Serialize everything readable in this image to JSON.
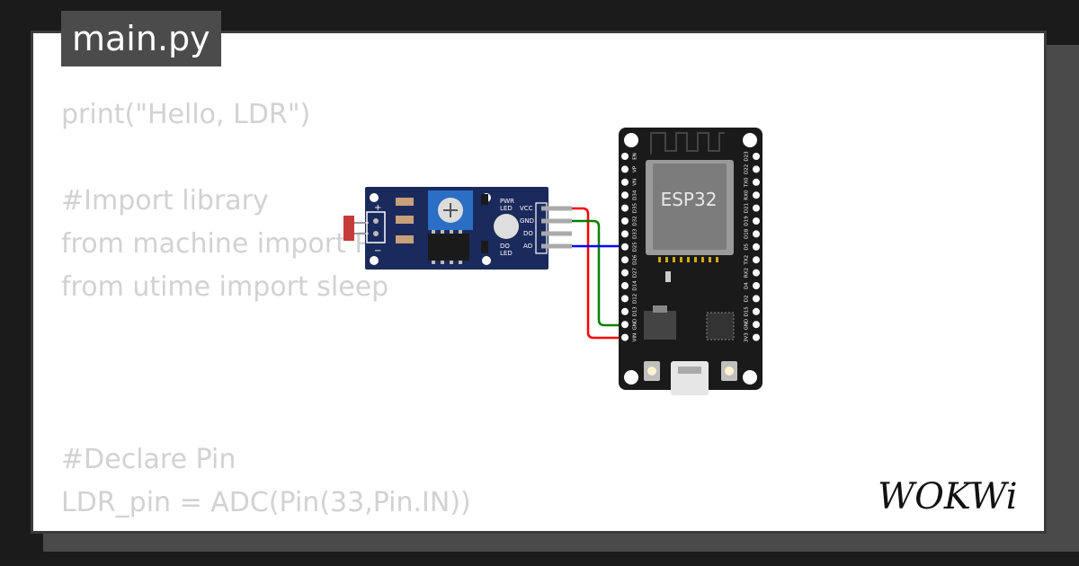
{
  "tab": {
    "filename": "main.py"
  },
  "code_lines": [
    "print(\"Hello, LDR\")",
    "",
    "#Import library",
    "from machine import Pin, ADC",
    "from utime import sleep",
    "",
    "",
    "",
    "#Declare Pin",
    "LDR_pin = ADC(Pin(33,Pin.IN))"
  ],
  "ldr_module": {
    "pins": [
      "VCC",
      "GND",
      "DO",
      "AO"
    ],
    "plus": "+",
    "minus": "−",
    "pwr_led": [
      "PWR",
      "LED"
    ],
    "do_led": [
      "DO",
      "LED"
    ]
  },
  "esp32": {
    "chip_label": "ESP32",
    "left_pins": [
      "EN",
      "VP",
      "VN",
      "D34",
      "D35",
      "D32",
      "D33",
      "D25",
      "D26",
      "D27",
      "D14",
      "D12",
      "D13",
      "GND",
      "VIN"
    ],
    "right_pins": [
      "D23",
      "D22",
      "TX0",
      "RX0",
      "D21",
      "D19",
      "D18",
      "D5",
      "TX2",
      "RX2",
      "D4",
      "D2",
      "D15",
      "GND",
      "3V3"
    ]
  },
  "wires": {
    "vcc_color": "#ff0000",
    "gnd_color": "#008000",
    "ao_color": "#0000ff"
  },
  "brand": {
    "logo_text": "WOKWi"
  }
}
